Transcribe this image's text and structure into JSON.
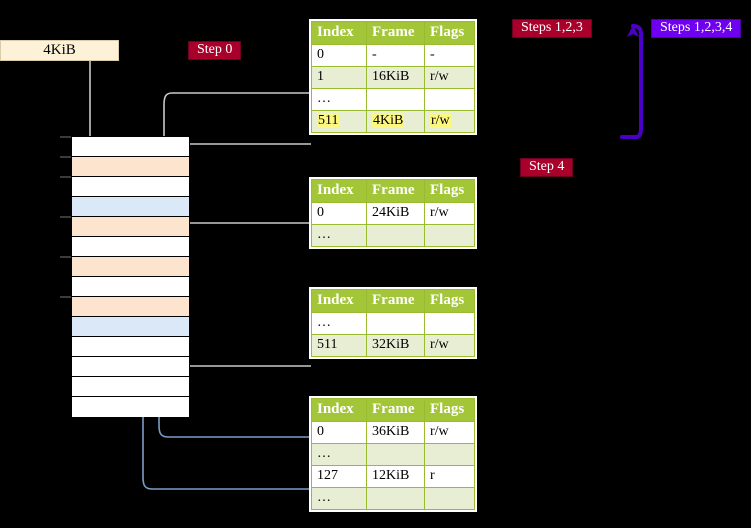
{
  "size_box": {
    "label": "4KiB"
  },
  "badges": {
    "step0": "Step 0",
    "step123": "Steps 1,2,3",
    "step1234": "Steps 1,2,3,4",
    "step4": "Step 4"
  },
  "colors": {
    "table_header_bg": "#a3c538",
    "table_alt_row_bg": "#e8eed4",
    "table_border": "#9aba2f",
    "highlight": "#fcf87f",
    "badge_red": "#a8002a",
    "badge_purple": "#6f00ef",
    "memory_orange": "#fde4cf",
    "memory_blue": "#dbe8f7",
    "size_box_bg": "#fdf2d8",
    "gray_arrow": "#c9c9c9",
    "blue_arrow": "#7a9ec9",
    "dark_blue_arrow": "#3f6ea8"
  },
  "memory": {
    "rows": [
      {
        "fill": "w"
      },
      {
        "fill": "o"
      },
      {
        "fill": "w"
      },
      {
        "fill": "b"
      },
      {
        "fill": "o"
      },
      {
        "fill": "w"
      },
      {
        "fill": "o"
      },
      {
        "fill": "w"
      },
      {
        "fill": "o"
      },
      {
        "fill": "b"
      },
      {
        "fill": "w"
      },
      {
        "fill": "w"
      },
      {
        "fill": "w"
      },
      {
        "fill": "w"
      }
    ]
  },
  "tables": [
    {
      "id": "t1",
      "headers": [
        "Index",
        "Frame",
        "Flags"
      ],
      "rows": [
        {
          "alt": false,
          "cells": [
            "0",
            "-",
            "-"
          ],
          "highlight": []
        },
        {
          "alt": true,
          "cells": [
            "1",
            "16KiB",
            "r/w"
          ],
          "highlight": []
        },
        {
          "alt": false,
          "cells": [
            "…",
            "",
            ""
          ],
          "highlight": []
        },
        {
          "alt": true,
          "cells": [
            "511",
            "4KiB",
            "r/w"
          ],
          "highlight": [
            0,
            1,
            2
          ]
        }
      ]
    },
    {
      "id": "t2",
      "headers": [
        "Index",
        "Frame",
        "Flags"
      ],
      "rows": [
        {
          "alt": false,
          "cells": [
            "0",
            "24KiB",
            "r/w"
          ],
          "highlight": []
        },
        {
          "alt": true,
          "cells": [
            "…",
            "",
            ""
          ],
          "highlight": []
        }
      ]
    },
    {
      "id": "t3",
      "headers": [
        "Index",
        "Frame",
        "Flags"
      ],
      "rows": [
        {
          "alt": false,
          "cells": [
            "…",
            "",
            ""
          ],
          "highlight": []
        },
        {
          "alt": true,
          "cells": [
            "511",
            "32KiB",
            "r/w"
          ],
          "highlight": []
        }
      ]
    },
    {
      "id": "t4",
      "headers": [
        "Index",
        "Frame",
        "Flags"
      ],
      "rows": [
        {
          "alt": false,
          "cells": [
            "0",
            "36KiB",
            "r/w"
          ],
          "highlight": []
        },
        {
          "alt": true,
          "cells": [
            "…",
            "",
            ""
          ],
          "highlight": []
        },
        {
          "alt": false,
          "cells": [
            "127",
            "12KiB",
            "r"
          ],
          "highlight": []
        },
        {
          "alt": true,
          "cells": [
            "…",
            "",
            ""
          ],
          "highlight": []
        }
      ]
    }
  ]
}
